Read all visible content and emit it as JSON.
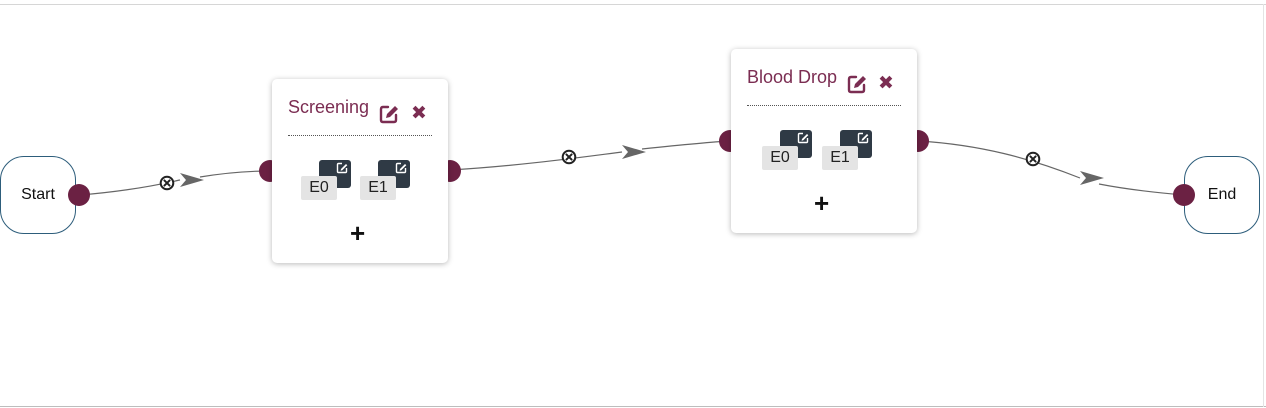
{
  "start": {
    "label": "Start"
  },
  "end": {
    "label": "End"
  },
  "stages": [
    {
      "title": "Screening",
      "edit_icon": "edit-icon",
      "delete_icon": "close-icon",
      "events": [
        {
          "label": "E0"
        },
        {
          "label": "E1"
        }
      ],
      "add_label": "+"
    },
    {
      "title": "Blood Drop",
      "edit_icon": "edit-icon",
      "delete_icon": "close-icon",
      "events": [
        {
          "label": "E0"
        },
        {
          "label": "E1"
        }
      ],
      "add_label": "+"
    }
  ],
  "link_delete_icon": "circle-x-icon",
  "colors": {
    "accent": "#7b2d52",
    "port": "#6b2143",
    "event_box": "#2f3a45",
    "terminal_border": "#2d5d7b",
    "link": "#666666"
  }
}
